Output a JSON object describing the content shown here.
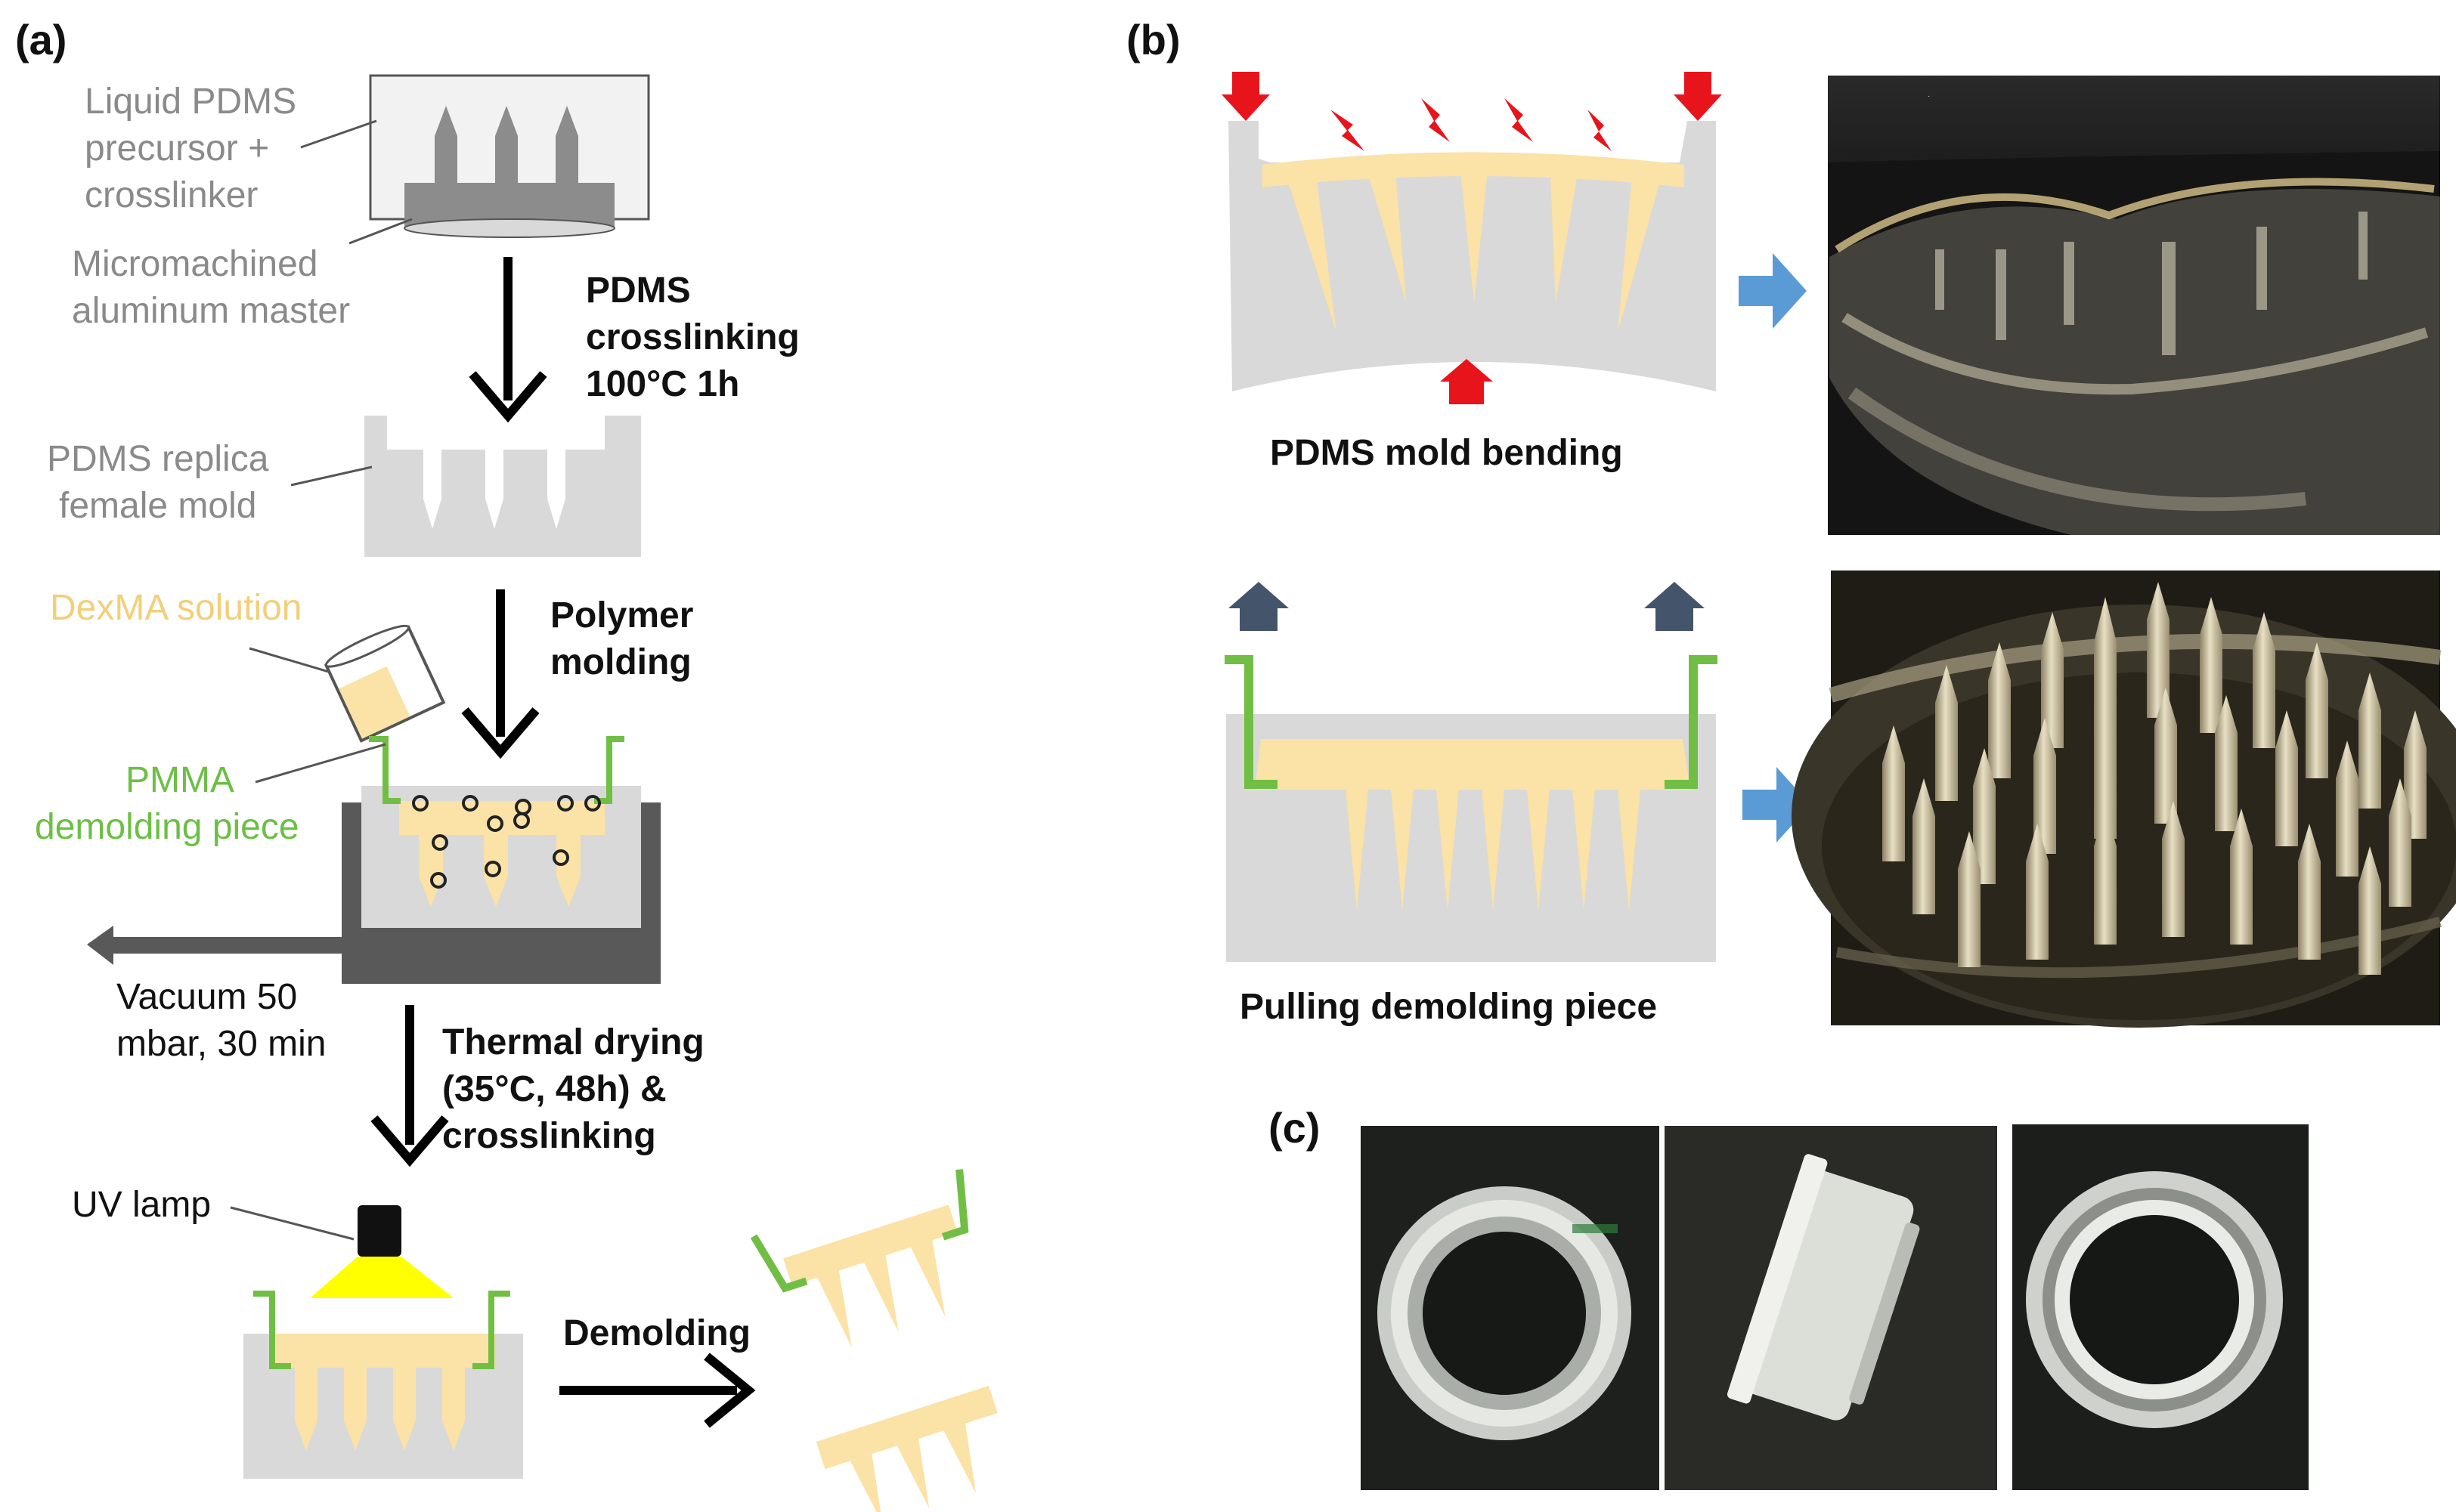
{
  "panels": {
    "a": "(a)",
    "b": "(b)",
    "c": "(c)"
  },
  "a": {
    "liquid_line1": "Liquid PDMS",
    "liquid_line2": "precursor +",
    "liquid_line3": "crosslinker",
    "master_line1": "Micromachined",
    "master_line2": "aluminum master",
    "step1_line1": "PDMS",
    "step1_line2": "crosslinking",
    "step1_line3": "100°C 1h",
    "replica_line1": "PDMS replica",
    "replica_line2": "female mold",
    "dexma": "DexMA solution",
    "step2_line1": "Polymer",
    "step2_line2": "molding",
    "pmma_line1": "PMMA",
    "pmma_line2": "demolding piece",
    "vacuum_line1": "Vacuum 50",
    "vacuum_line2": "mbar, 30 min",
    "step3_line1": "Thermal drying",
    "step3_line2": "(35°C, 48h) &",
    "step3_line3": "crosslinking",
    "uv": "UV lamp",
    "demolding": "Demolding"
  },
  "b": {
    "bending": "PDMS mold bending",
    "pulling": "Pulling demolding piece"
  },
  "colors": {
    "pdms_gray": "#d9d9d9",
    "dexma_yellow": "#fbe2a6",
    "pmma_green": "#70bf44",
    "red_arrow": "#e8141c",
    "blue_arrow": "#5b9bd5",
    "navy_arrow": "#44546a",
    "uv_yellow": "#ffff00"
  }
}
